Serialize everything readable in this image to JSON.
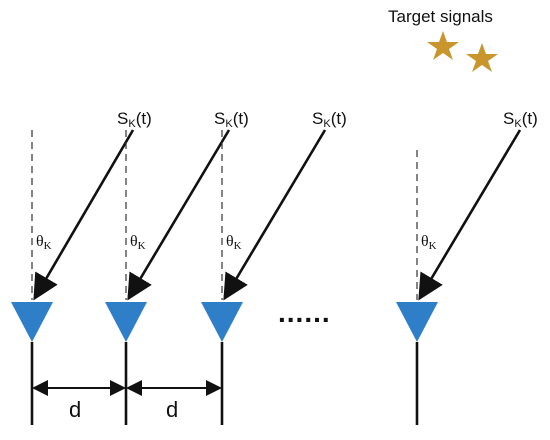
{
  "legend": {
    "label": "Target signals"
  },
  "signal": {
    "label_main": "S",
    "label_sub": "K",
    "label_arg": "(t)"
  },
  "angle": {
    "symbol": "θ",
    "sub": "K"
  },
  "spacing": {
    "label": "d"
  },
  "ellipsis": "......",
  "colors": {
    "sensor": "#2f7fc8",
    "star": "#c9962e",
    "line": "#111111",
    "dashed": "#333333"
  }
}
